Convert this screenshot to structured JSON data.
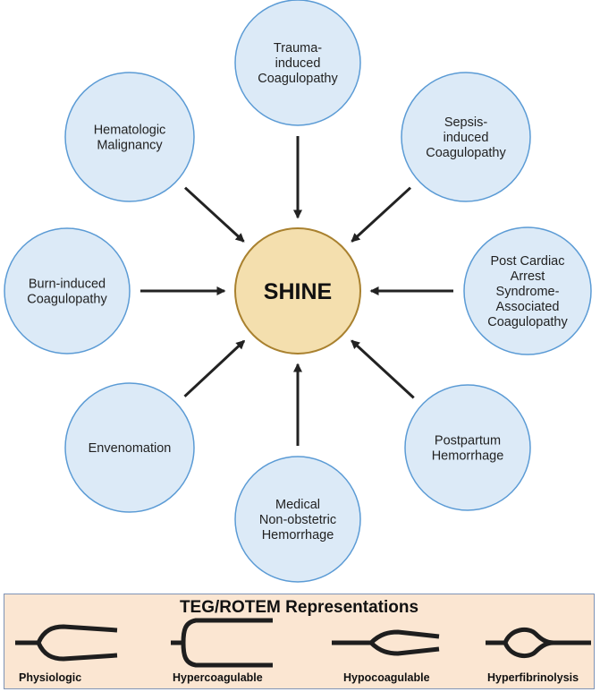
{
  "center": {
    "label": "SHINE"
  },
  "nodes": [
    {
      "id": "trauma",
      "lines": [
        "Trauma-",
        "induced",
        "Coagulopathy"
      ]
    },
    {
      "id": "sepsis",
      "lines": [
        "Sepsis-",
        "induced",
        "Coagulopathy"
      ]
    },
    {
      "id": "post-cardiac-arrest",
      "lines": [
        "Post Cardiac",
        "Arrest",
        "Syndrome-",
        "Associated",
        "Coagulopathy"
      ]
    },
    {
      "id": "postpartum",
      "lines": [
        "Postpartum",
        "Hemorrhage"
      ]
    },
    {
      "id": "medical-non-obstetric",
      "lines": [
        "Medical",
        "Non-obstetric",
        "Hemorrhage"
      ]
    },
    {
      "id": "envenomation",
      "lines": [
        "Envenomation"
      ]
    },
    {
      "id": "burn",
      "lines": [
        "Burn-induced",
        "Coagulopathy"
      ]
    },
    {
      "id": "hematologic-malignancy",
      "lines": [
        "Hematologic",
        "Malignancy"
      ]
    }
  ],
  "colors": {
    "node_fill": "#dceaf7",
    "node_stroke": "#5b9bd5",
    "center_fill": "#f4dfae",
    "center_stroke": "#a9812f",
    "arrow": "#222222",
    "legend_fill": "#fbe6d2",
    "legend_stroke": "#7e93b6"
  },
  "legend": {
    "title": "TEG/ROTEM Representations",
    "items": [
      {
        "id": "physiologic",
        "label": "Physiologic"
      },
      {
        "id": "hypercoagulable",
        "label": "Hypercoagulable"
      },
      {
        "id": "hypocoagulable",
        "label": "Hypocoagulable"
      },
      {
        "id": "hyperfibrinolysis",
        "label": "Hyperfibrinolysis"
      }
    ]
  }
}
